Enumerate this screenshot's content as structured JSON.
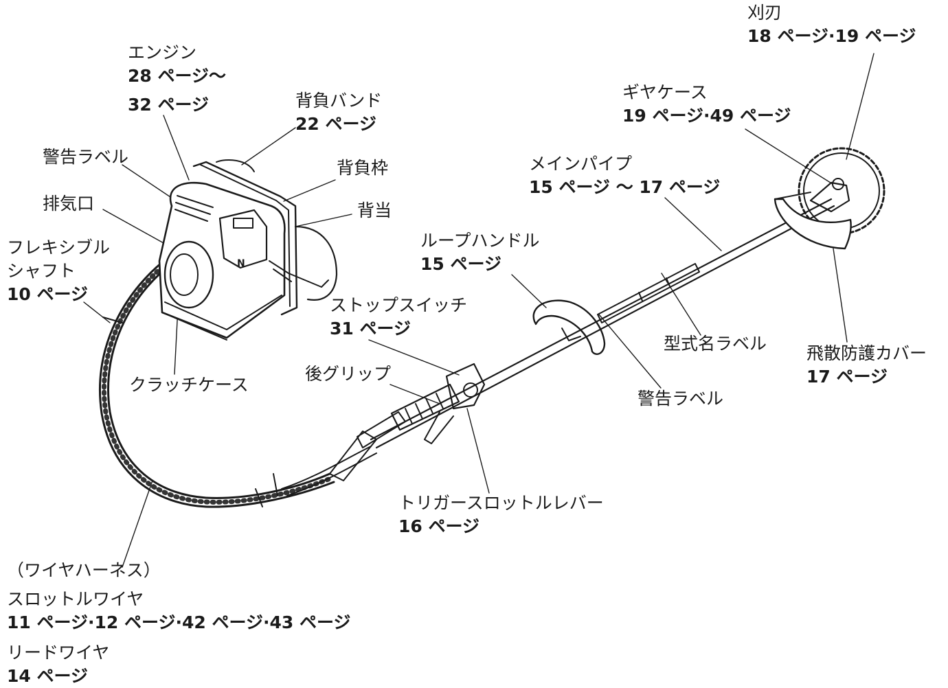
{
  "labels": {
    "blade": {
      "name": "刈刃",
      "pages": "18 ページ·19 ページ"
    },
    "gear_case": {
      "name": "ギヤケース",
      "pages": "19 ページ·49 ページ"
    },
    "main_pipe": {
      "name": "メインパイプ",
      "pages": "15 ページ ～ 17 ページ"
    },
    "loop_handle": {
      "name": "ループハンドル",
      "pages": "15 ページ"
    },
    "stop_switch": {
      "name": "ストップスイッチ",
      "pages": "31 ページ"
    },
    "rear_grip": {
      "name": "後グリップ"
    },
    "model_label": {
      "name": "型式名ラベル"
    },
    "guard": {
      "name": "飛散防護カバー",
      "pages": "17 ページ"
    },
    "warning_label_shaft": {
      "name": "警告ラベル"
    },
    "trigger": {
      "name": "トリガースロットルレバー",
      "pages": "16 ページ"
    },
    "engine": {
      "name": "エンジン",
      "pages1": "28 ページ～",
      "pages2": "32 ページ"
    },
    "harness_band": {
      "name": "背負バンド",
      "pages": "22 ページ"
    },
    "warning_label_engine": {
      "name": "警告ラベル"
    },
    "back_frame": {
      "name": "背負枠"
    },
    "exhaust": {
      "name": "排気口"
    },
    "back_pad": {
      "name": "背当"
    },
    "flex_shaft": {
      "name1": "フレキシブル",
      "name2": "シャフト",
      "pages": "10 ページ"
    },
    "clutch_case": {
      "name": "クラッチケース"
    },
    "wire_harness": {
      "name": "（ワイヤハーネス）"
    },
    "throttle_wire": {
      "name": "スロットルワイヤ",
      "pages": "11 ページ·12 ページ·42 ページ·43 ページ"
    },
    "lead_wire": {
      "name": "リードワイヤ",
      "pages": "14 ページ"
    }
  },
  "drawing": {
    "neutral_mark": "N"
  }
}
